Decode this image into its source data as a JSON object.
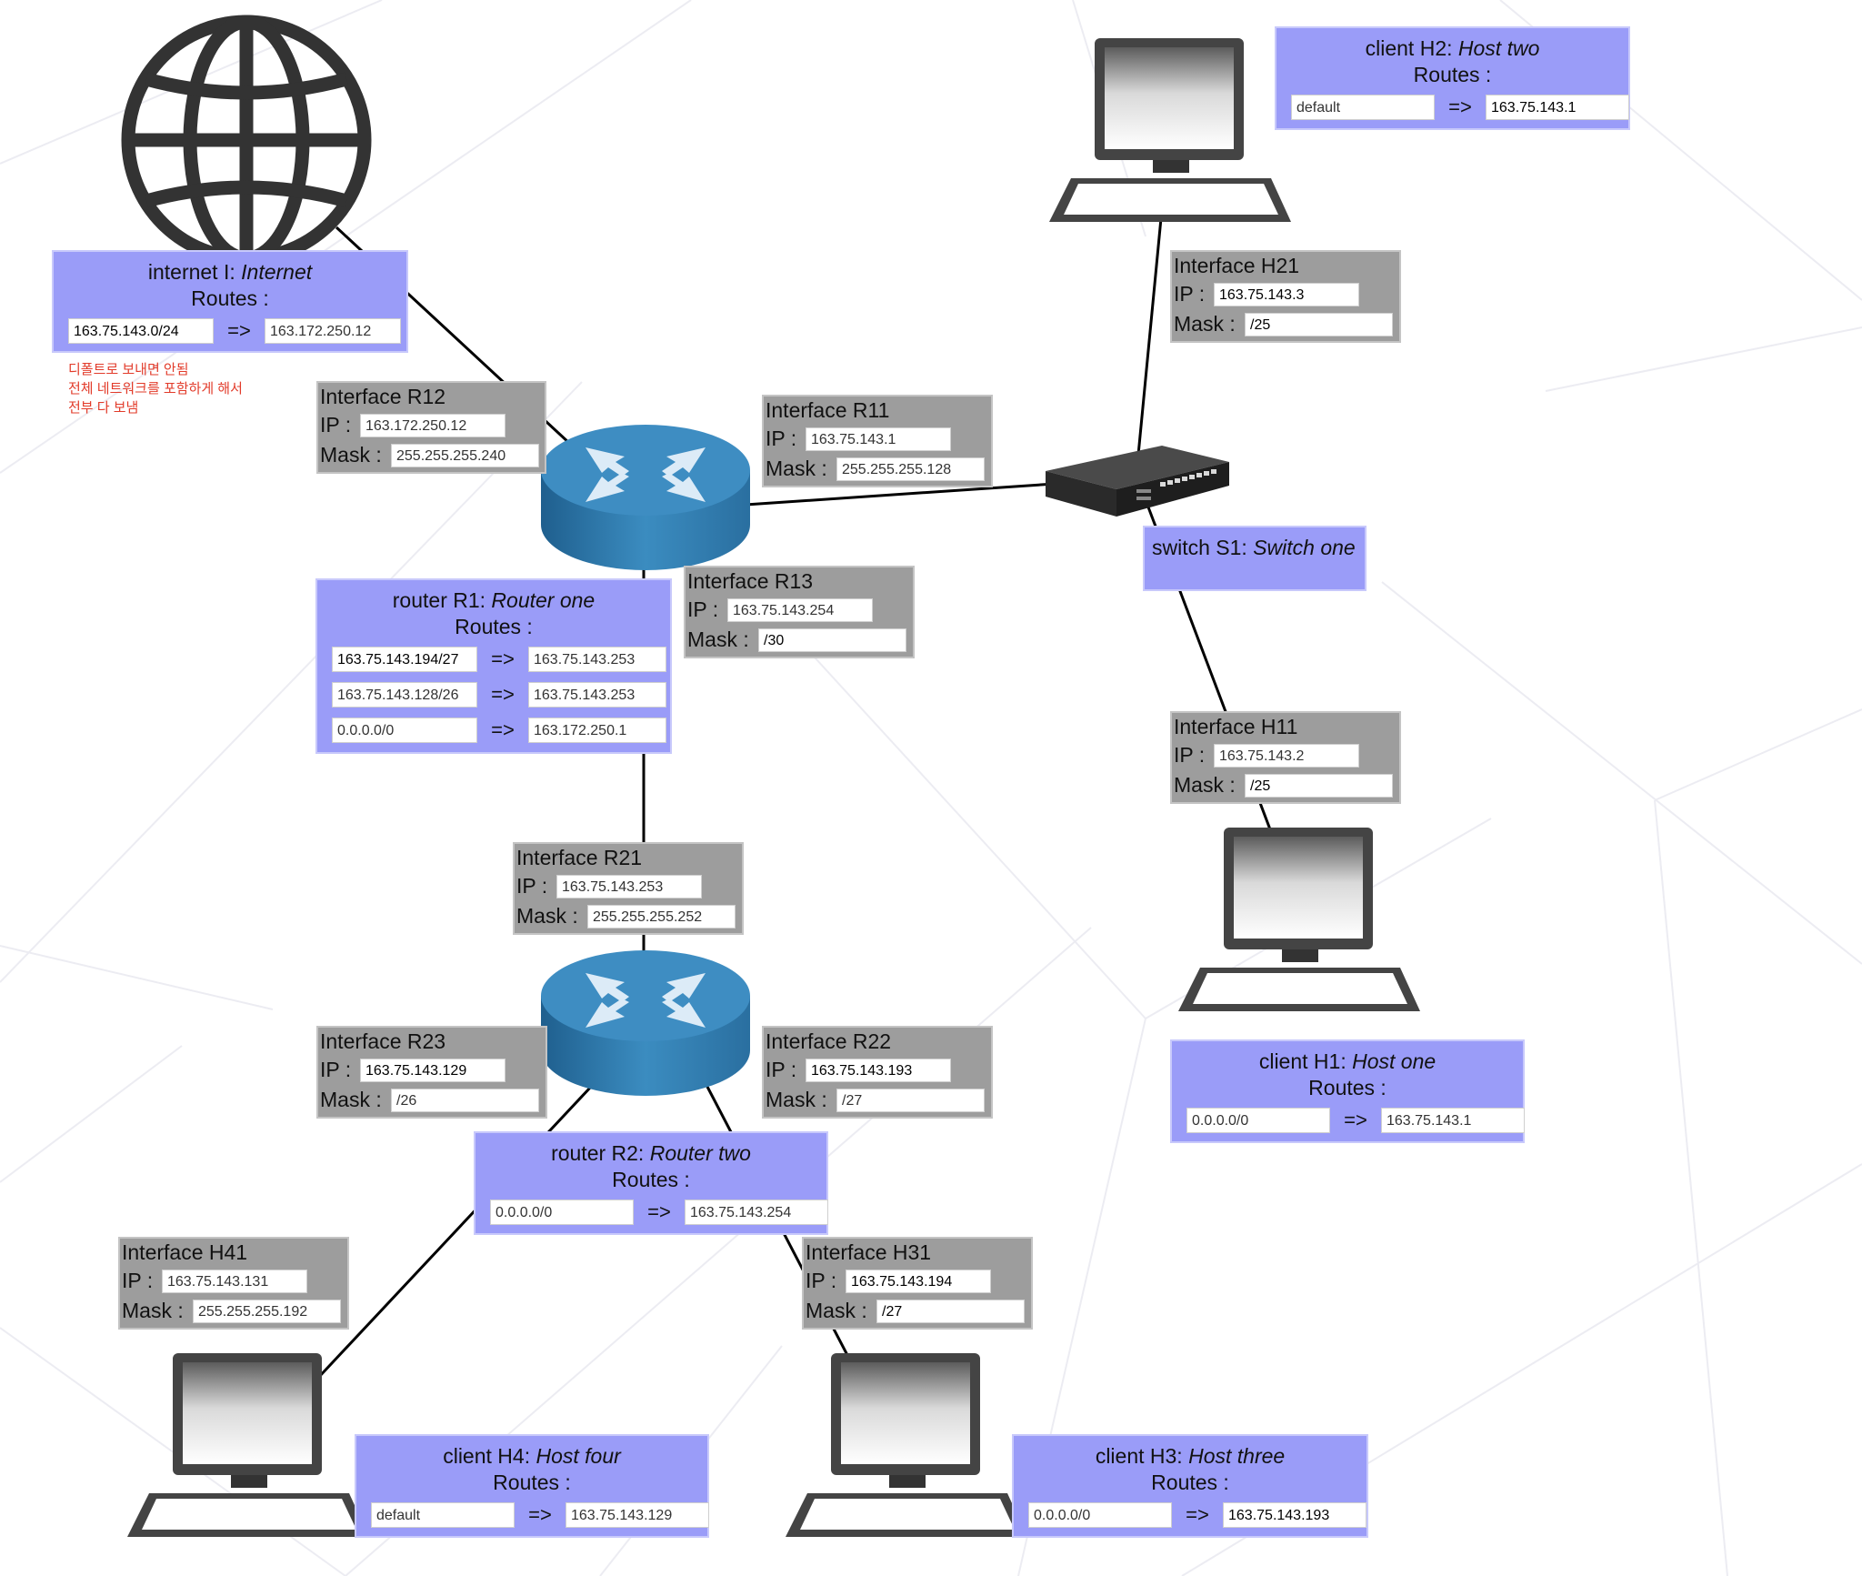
{
  "nodes": {
    "internet": {
      "title": "internet I: ",
      "name": "Internet",
      "routes_label": "Routes :",
      "routes": [
        {
          "dest": "163.75.143.0/24",
          "arrow": "=>",
          "gw": "163.172.250.12"
        }
      ]
    },
    "h2": {
      "title": "client H2: ",
      "name": "Host two",
      "routes_label": "Routes :",
      "routes": [
        {
          "dest": "default",
          "arrow": "=>",
          "gw": "163.75.143.1"
        }
      ]
    },
    "r1": {
      "title": "router R1: ",
      "name": "Router one",
      "routes_label": "Routes :",
      "routes": [
        {
          "dest": "163.75.143.194/27",
          "arrow": "=>",
          "gw": "163.75.143.253"
        },
        {
          "dest": "163.75.143.128/26",
          "arrow": "=>",
          "gw": "163.75.143.253"
        },
        {
          "dest": "0.0.0.0/0",
          "arrow": "=>",
          "gw": "163.172.250.1"
        }
      ]
    },
    "s1": {
      "title": "switch S1: ",
      "name": "Switch one"
    },
    "h1": {
      "title": "client H1: ",
      "name": "Host one",
      "routes_label": "Routes :",
      "routes": [
        {
          "dest": "0.0.0.0/0",
          "arrow": "=>",
          "gw": "163.75.143.1"
        }
      ]
    },
    "r2": {
      "title": "router R2: ",
      "name": "Router two",
      "routes_label": "Routes :",
      "routes": [
        {
          "dest": "0.0.0.0/0",
          "arrow": "=>",
          "gw": "163.75.143.254"
        }
      ]
    },
    "h4": {
      "title": "client H4: ",
      "name": "Host four",
      "routes_label": "Routes :",
      "routes": [
        {
          "dest": "default",
          "arrow": "=>",
          "gw": "163.75.143.129"
        }
      ]
    },
    "h3": {
      "title": "client H3: ",
      "name": "Host three",
      "routes_label": "Routes :",
      "routes": [
        {
          "dest": "0.0.0.0/0",
          "arrow": "=>",
          "gw": "163.75.143.193"
        }
      ]
    }
  },
  "interfaces": {
    "r12": {
      "title": "Interface R12",
      "ip_label": "IP :",
      "ip": "163.172.250.12",
      "mask_label": "Mask :",
      "mask": "255.255.255.240"
    },
    "r11": {
      "title": "Interface R11",
      "ip_label": "IP :",
      "ip": "163.75.143.1",
      "mask_label": "Mask :",
      "mask": "255.255.255.128"
    },
    "h21": {
      "title": "Interface H21",
      "ip_label": "IP :",
      "ip": "163.75.143.3",
      "mask_label": "Mask :",
      "mask": "/25"
    },
    "r13": {
      "title": "Interface R13",
      "ip_label": "IP :",
      "ip": "163.75.143.254",
      "mask_label": "Mask :",
      "mask": "/30"
    },
    "h11": {
      "title": "Interface H11",
      "ip_label": "IP :",
      "ip": "163.75.143.2",
      "mask_label": "Mask :",
      "mask": "/25"
    },
    "r21": {
      "title": "Interface R21",
      "ip_label": "IP :",
      "ip": "163.75.143.253",
      "mask_label": "Mask :",
      "mask": "255.255.255.252"
    },
    "r23": {
      "title": "Interface R23",
      "ip_label": "IP :",
      "ip": "163.75.143.129",
      "mask_label": "Mask :",
      "mask": "/26"
    },
    "r22": {
      "title": "Interface R22",
      "ip_label": "IP :",
      "ip": "163.75.143.193",
      "mask_label": "Mask :",
      "mask": "/27"
    },
    "h41": {
      "title": "Interface H41",
      "ip_label": "IP :",
      "ip": "163.75.143.131",
      "mask_label": "Mask :",
      "mask": "255.255.255.192"
    },
    "h31": {
      "title": "Interface H31",
      "ip_label": "IP :",
      "ip": "163.75.143.194",
      "mask_label": "Mask :",
      "mask": "/27"
    }
  },
  "note": {
    "lines": [
      "디폴트로 보내면 안됨",
      "전체 네트워크를 포함하게 해서",
      "전부 다 보냄"
    ]
  },
  "colors": {
    "node_fill": "#9a9cf8",
    "interface_fill": "#9d9d9d",
    "note_text": "#e23b2a",
    "router_blue": "#2f7fb0",
    "link": "#000000"
  },
  "icons": {
    "internet": "globe-icon",
    "router": "router-icon",
    "switch": "switch-icon",
    "client": "computer-icon"
  }
}
